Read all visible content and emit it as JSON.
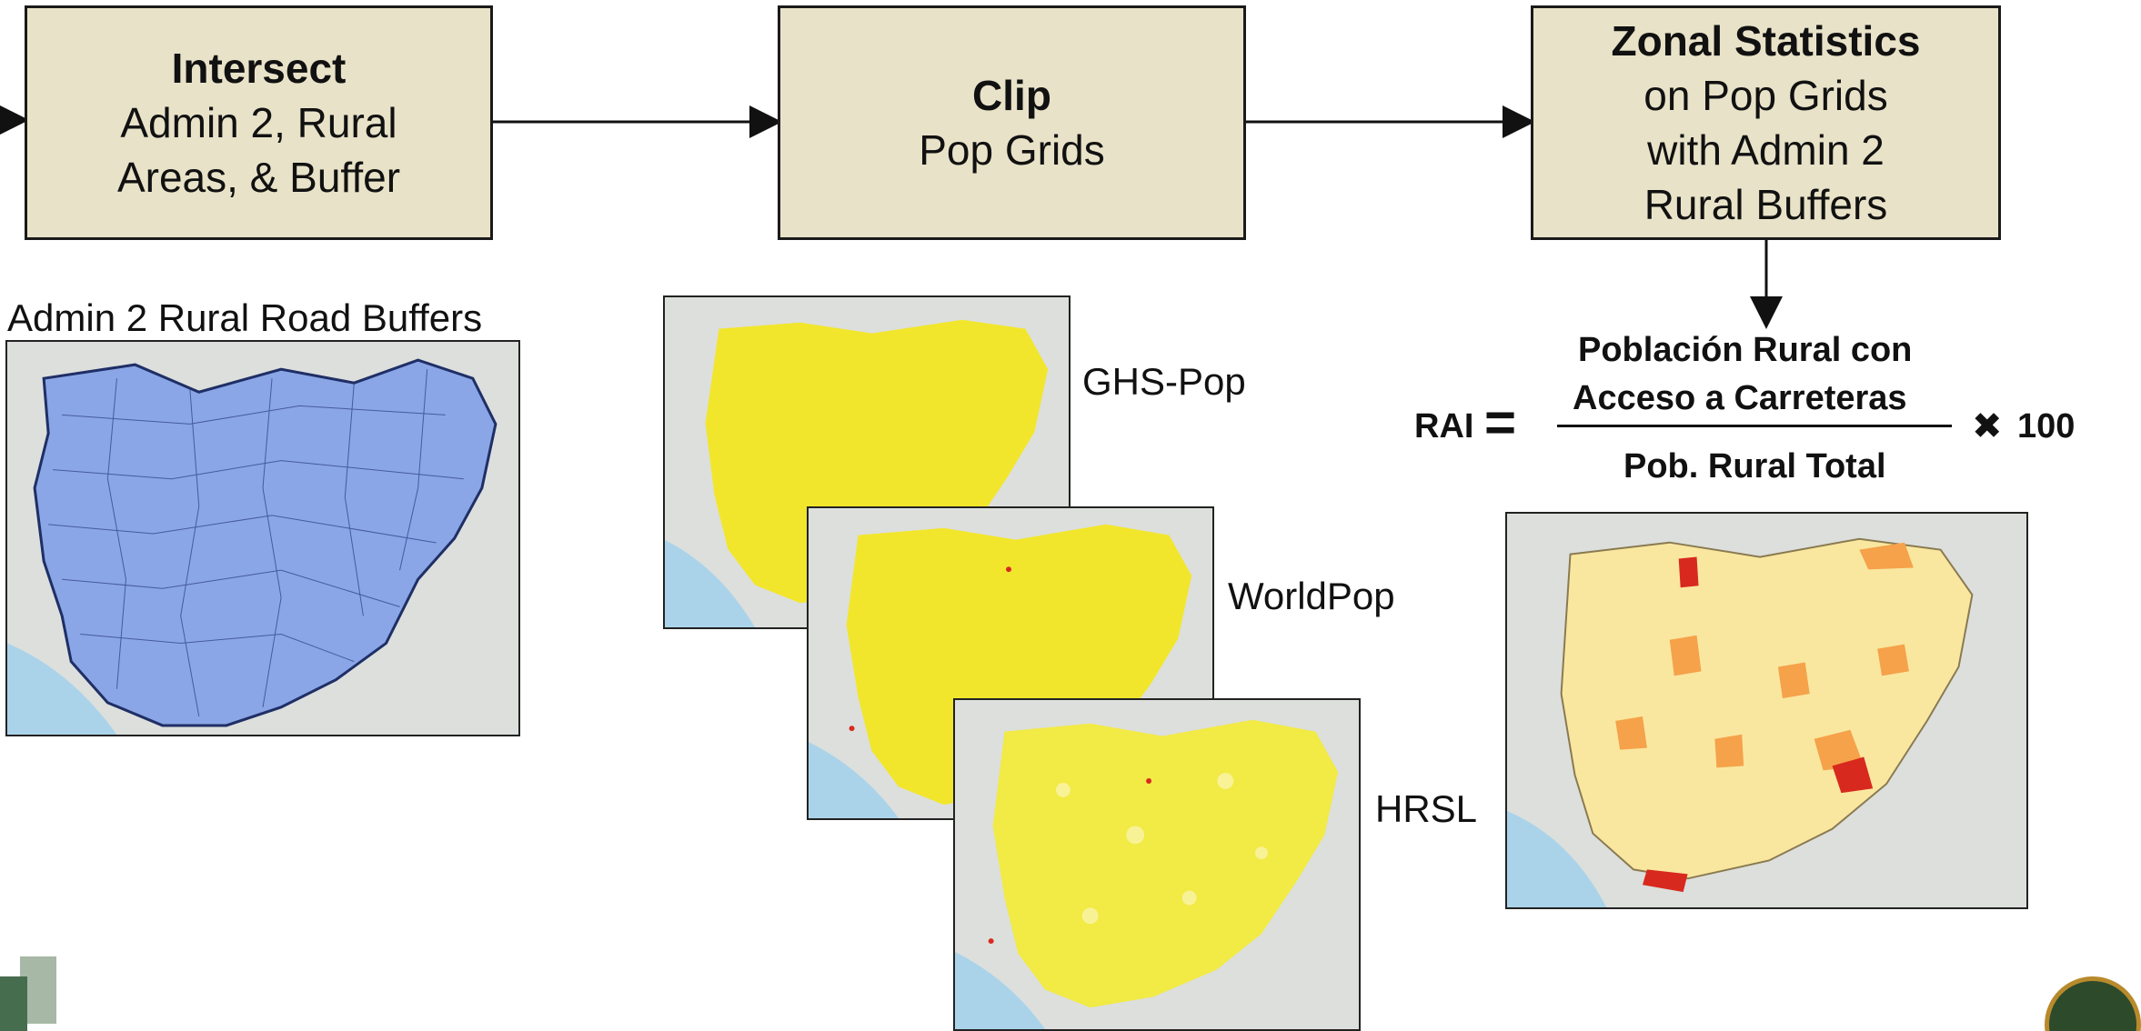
{
  "steps": [
    {
      "title": "Intersect",
      "lines": [
        "Admin 2, Rural",
        "Areas, & Buffer"
      ]
    },
    {
      "title": "Clip",
      "lines": [
        "Pop Grids"
      ]
    },
    {
      "title": "Zonal Statistics",
      "lines": [
        "on Pop Grids",
        "with Admin 2",
        "Rural Buffers"
      ]
    }
  ],
  "maps": {
    "road_buffers_label": "Admin 2 Rural Road Buffers",
    "ghs_label": "GHS-Pop",
    "worldpop_label": "WorldPop",
    "hrsl_label": "HRSL"
  },
  "formula": {
    "lhs": "RAI",
    "equals": "=",
    "numerator_line1": "Población Rural con",
    "numerator_line2": "Acceso a Carreteras",
    "denominator": "Pob. Rural Total",
    "times": "✖",
    "multiplier": "100"
  },
  "colors": {
    "box_fill": "#e8e2c8",
    "buffers_blue": "#8aa6e6",
    "pop_yellow": "#f2e62c",
    "rai_light": "#f9e7a0",
    "rai_orange": "#f5a24a",
    "rai_red": "#d8291e",
    "water": "#aad3ea",
    "land": "#dcdfdc"
  }
}
